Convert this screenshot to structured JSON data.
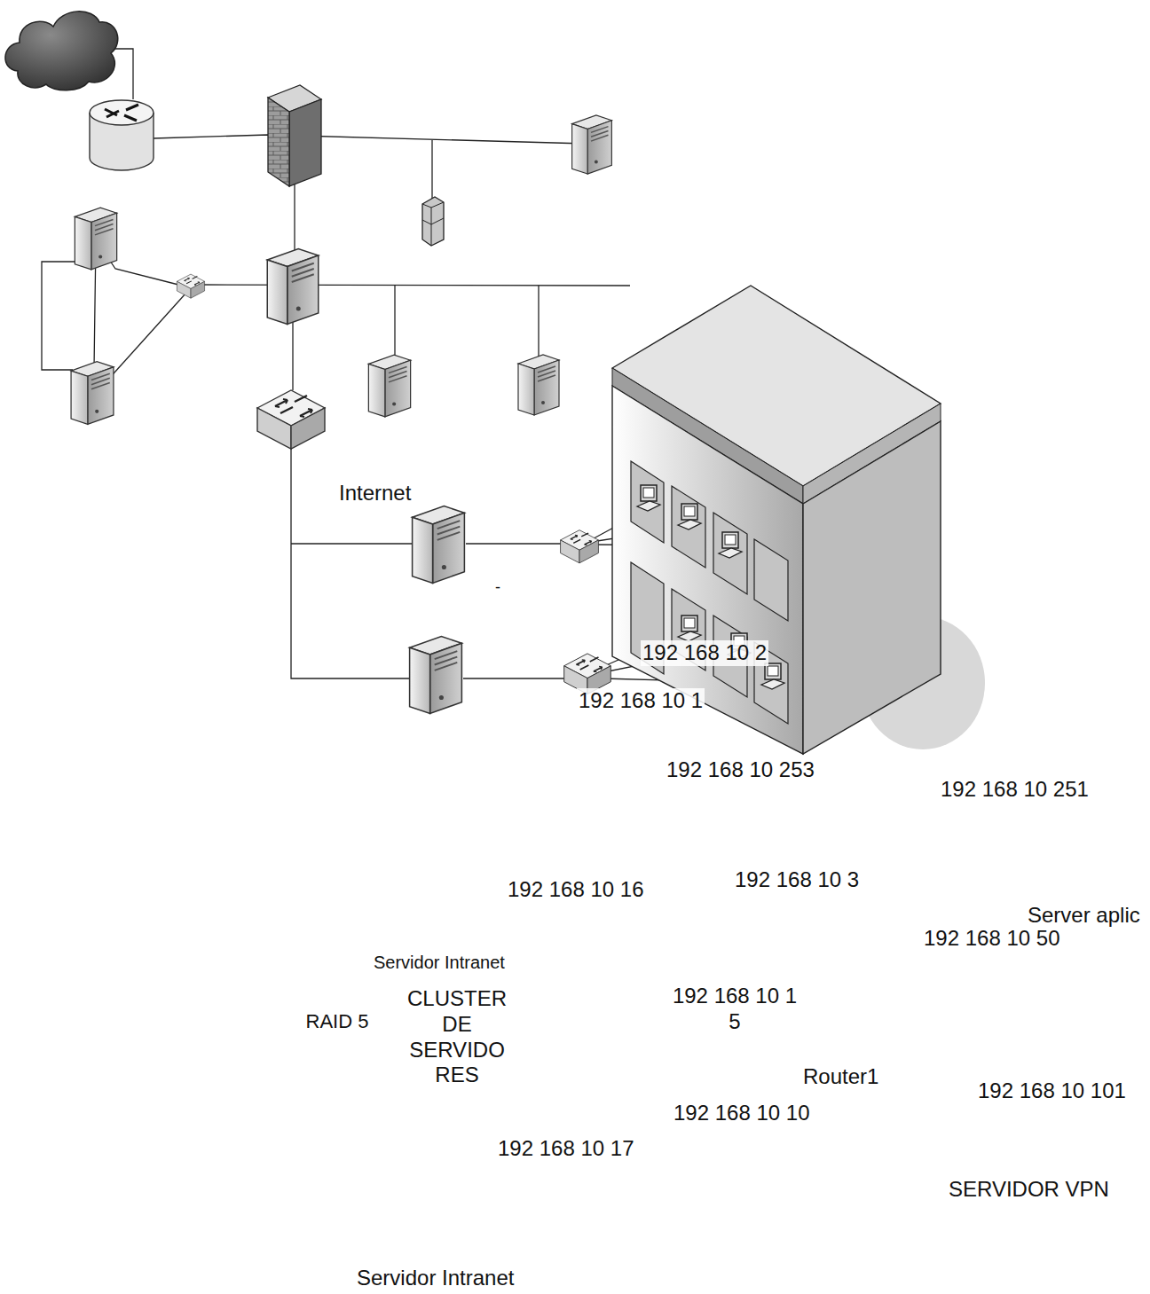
{
  "diagram": {
    "labels": [
      "Internet",
      "-",
      "192 168 10 2",
      "192 168 10 1",
      "192 168 10 253",
      "192 168 10 251",
      "192 168 10 16",
      "192 168 10 3",
      "Server aplic",
      "192 168 10 50",
      "Servidor Intranet",
      "CLUSTER DE SERVIDO RES",
      "RAID 5",
      "192 168 10 1 5",
      "Router1",
      "192 168 10 101",
      "192 168 10 10",
      "192 168 10 17",
      "SERVIDOR VPN",
      "Servidor Intranet"
    ]
  }
}
